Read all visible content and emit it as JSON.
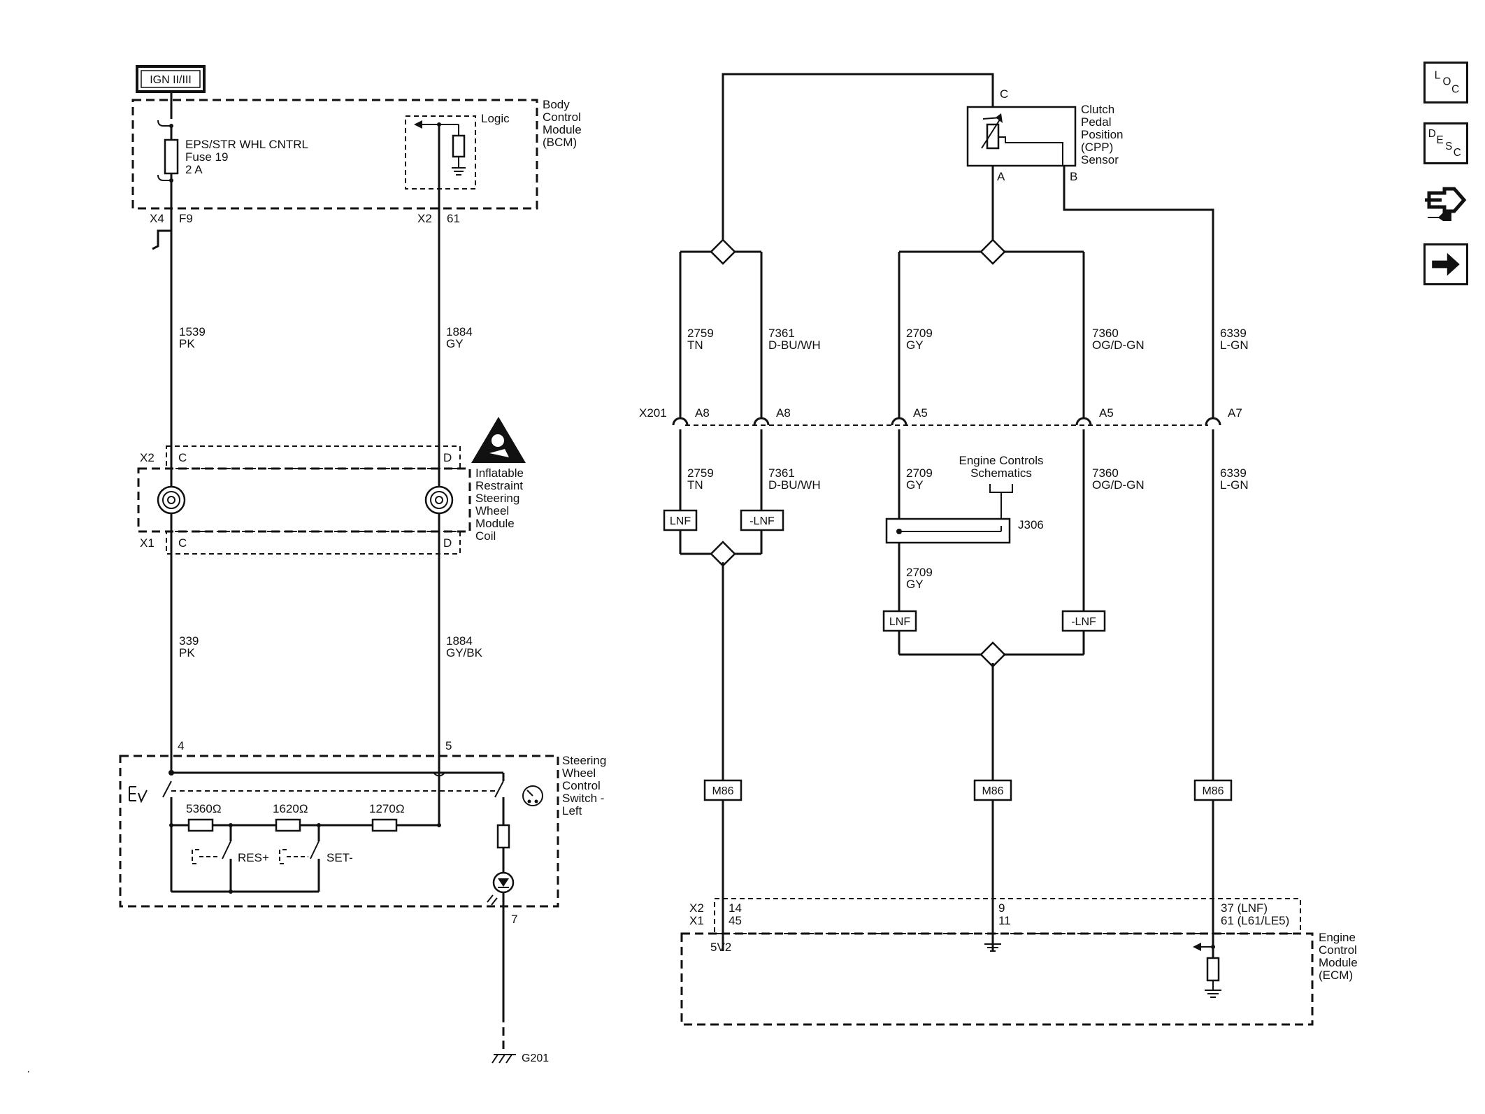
{
  "power": {
    "ign_label": "IGN II/III"
  },
  "bcm": {
    "name_lines": [
      "Body",
      "Control",
      "Module",
      "(BCM)"
    ],
    "fuse_name": "EPS/STR WHL CNTRL",
    "fuse_number": "Fuse 19",
    "fuse_rating": "2 A",
    "logic_label": "Logic",
    "conn_left": "X4",
    "pin_left": "F9",
    "conn_right": "X2",
    "pin_right": "61"
  },
  "wires_left": {
    "w1539_num": "1539",
    "w1539_color": "PK",
    "w1884_num": "1884",
    "w1884_color": "GY",
    "w339_num": "339",
    "w339_color": "PK",
    "w1884b_num": "1884",
    "w1884b_color": "GY/BK"
  },
  "coil": {
    "conn_top": "X2",
    "conn_bottom": "X1",
    "pin_c": "C",
    "pin_d": "D",
    "name_lines": [
      "Inflatable",
      "Restraint",
      "Steering",
      "Wheel",
      "Module",
      "Coil"
    ]
  },
  "swc": {
    "pin_4": "4",
    "pin_5": "5",
    "pin_7": "7",
    "name_lines": [
      "Steering",
      "Wheel",
      "Control",
      "Switch -",
      "Left"
    ],
    "r1": "5360Ω",
    "r2": "1620Ω",
    "r3": "1270Ω",
    "res_label": "RES+",
    "set_label": "SET-",
    "ground_label": "G201"
  },
  "cpp": {
    "name_lines": [
      "Clutch",
      "Pedal",
      "Position",
      "(CPP)",
      "Sensor"
    ],
    "pin_c": "C",
    "pin_a": "A",
    "pin_b": "B"
  },
  "wires_right": {
    "w2759_num": "2759",
    "w2759_color": "TN",
    "w7361_num": "7361",
    "w7361_color": "D-BU/WH",
    "w2709_num": "2709",
    "w2709_color": "GY",
    "w7360_num": "7360",
    "w7360_color": "OG/D-GN",
    "w6339_num": "6339",
    "w6339_color": "L-GN"
  },
  "x201": {
    "conn": "X201",
    "pin_a8": "A8",
    "pin_a5": "A5",
    "pin_a7": "A7"
  },
  "options": {
    "lnf": "LNF",
    "not_lnf": "-LNF",
    "m86": "M86"
  },
  "splice": {
    "ref_lines": [
      "Engine Controls",
      "Schematics"
    ],
    "name": "J306"
  },
  "ecm": {
    "conn_x2": "X2",
    "conn_x1": "X1",
    "pin_14": "14",
    "pin_45": "45",
    "pin_9": "9",
    "pin_11": "11",
    "pin_37": "37 (LNF)",
    "pin_61": "61 (L61/LE5)",
    "ref_5v": "5V2",
    "name_lines": [
      "Engine",
      "Control",
      "Module",
      "(ECM)"
    ]
  },
  "nav": {
    "loc": [
      "L",
      "O",
      "C"
    ],
    "desc": [
      "D",
      "E",
      "S",
      "C"
    ],
    "icons": [
      "connector-tool-icon",
      "next-arrow-icon"
    ]
  }
}
